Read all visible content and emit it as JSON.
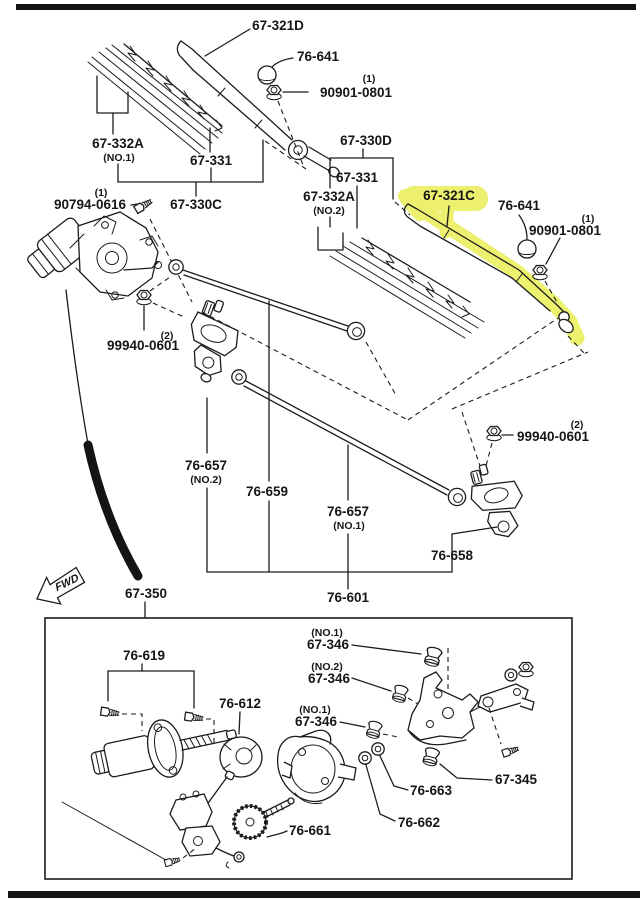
{
  "diagram": {
    "type": "exploded-parts-diagram",
    "subject": "windshield wiper and washer system",
    "highlight_color": "#e9ee55",
    "highlighted_part": "67-321C"
  },
  "labels": {
    "arm_d": "67-321D",
    "cap_top": "76-641",
    "qty_top": "(1)",
    "nut_top": "90901-0801",
    "refill1": "67-332A",
    "refill1_no": "(NO.1)",
    "blade1": "67-331",
    "assy1": "67-330C",
    "qty_bolt": "(1)",
    "bolt": "90794-0616",
    "qty_mnut": "(2)",
    "motor_nut": "99940-0601",
    "assy2": "67-330D",
    "blade2": "67-331",
    "refill2": "67-332A",
    "refill2_no": "(NO.2)",
    "arm_c": "67-321C",
    "cap_r": "76-641",
    "qty_r": "(1)",
    "nut_r": "90901-0801",
    "qty_pnut": "(2)",
    "pivot_nut": "99940-0601",
    "link2": "76-657",
    "link2_no": "(NO.2)",
    "pivot659": "76-659",
    "link1": "76-657",
    "link1_no": "(NO.1)",
    "pivot658": "76-658",
    "linkage": "76-601",
    "rear_assy": "67-350",
    "bracket619": "76-619",
    "plate612": "76-612",
    "g1_no": "(NO.1)",
    "g1": "67-346",
    "g2_no": "(NO.2)",
    "g2": "67-346",
    "g3_no": "(NO.1)",
    "g3": "67-346",
    "w663": "76-663",
    "w662": "76-662",
    "gear661": "76-661",
    "b345": "67-345",
    "fwd": "FWD"
  }
}
